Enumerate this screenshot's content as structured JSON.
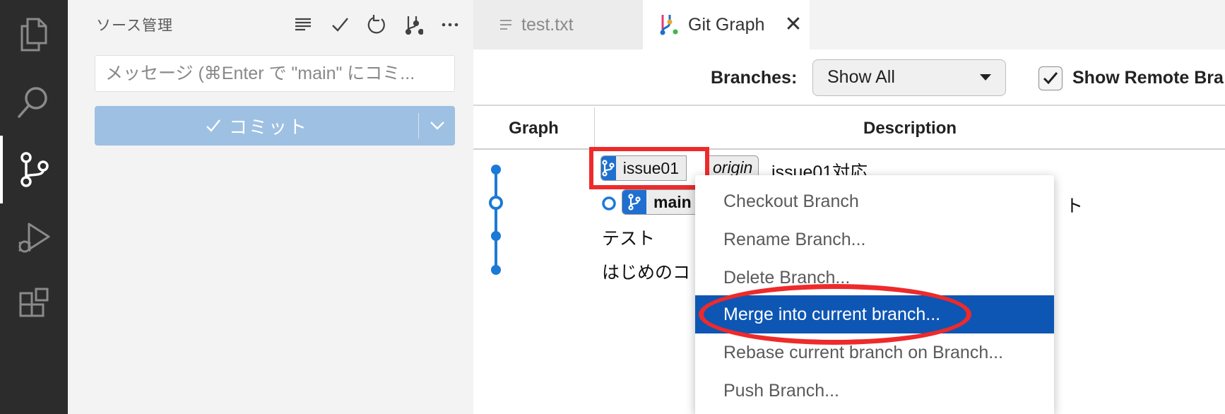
{
  "sidebar": {
    "title": "ソース管理",
    "message_placeholder": "メッセージ (⌘Enter で \"main\" にコミ...",
    "commit_label": "コミット"
  },
  "tabs": [
    {
      "label": "test.txt"
    },
    {
      "label": "Git Graph"
    }
  ],
  "toolbar": {
    "branches_label": "Branches:",
    "branches_value": "Show All",
    "show_remote_label": "Show Remote Bra"
  },
  "table": {
    "col_graph": "Graph",
    "col_description": "Description",
    "rows": [
      {
        "branch": "issue01",
        "remote": "origin",
        "message": "issue01対応"
      },
      {
        "branch": "main",
        "message_tail": "ト"
      },
      {
        "message": "テスト"
      },
      {
        "message": "はじめのコ"
      }
    ]
  },
  "context_menu": {
    "items": [
      "Checkout Branch",
      "Rename Branch...",
      "Delete Branch...",
      "Merge into current branch...",
      "Rebase current branch on Branch...",
      "Push Branch..."
    ],
    "selected_index": 3
  },
  "colors": {
    "accent": "#0e56b4",
    "graph_line": "#1a7ad6",
    "highlight": "#ee2a2a",
    "commit_button": "#9ec0e2"
  }
}
